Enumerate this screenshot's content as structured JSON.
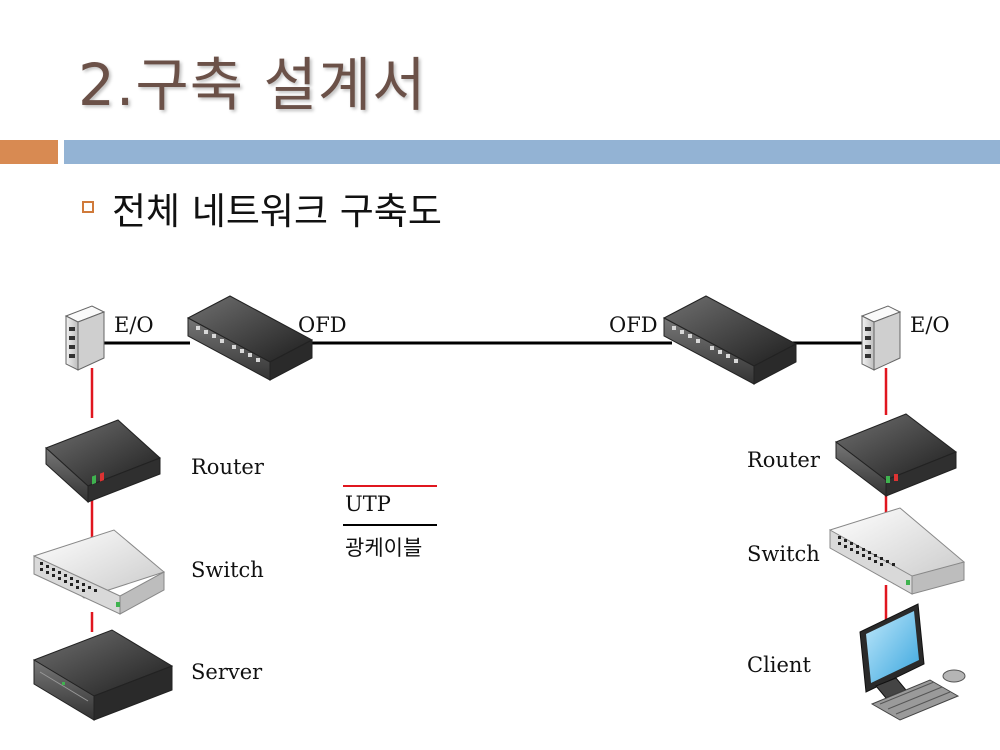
{
  "slide": {
    "title": "2.구축 설계서",
    "subtitle": "전체 네트워크 구축도"
  },
  "labels": {
    "eo_left": "E/O",
    "ofd_left": "OFD",
    "ofd_right": "OFD",
    "eo_right": "E/O",
    "router_left": "Router",
    "switch_left": "Switch",
    "server": "Server",
    "router_right": "Router",
    "switch_right": "Switch",
    "client": "Client"
  },
  "legend": {
    "utp_label": "UTP",
    "utp_color": "#e0161f",
    "fiber_label": "광케이블",
    "fiber_color": "#000000"
  },
  "colors": {
    "title": "#6b5148",
    "accent_orange": "#d88a52",
    "accent_blue": "#93b3d4"
  }
}
